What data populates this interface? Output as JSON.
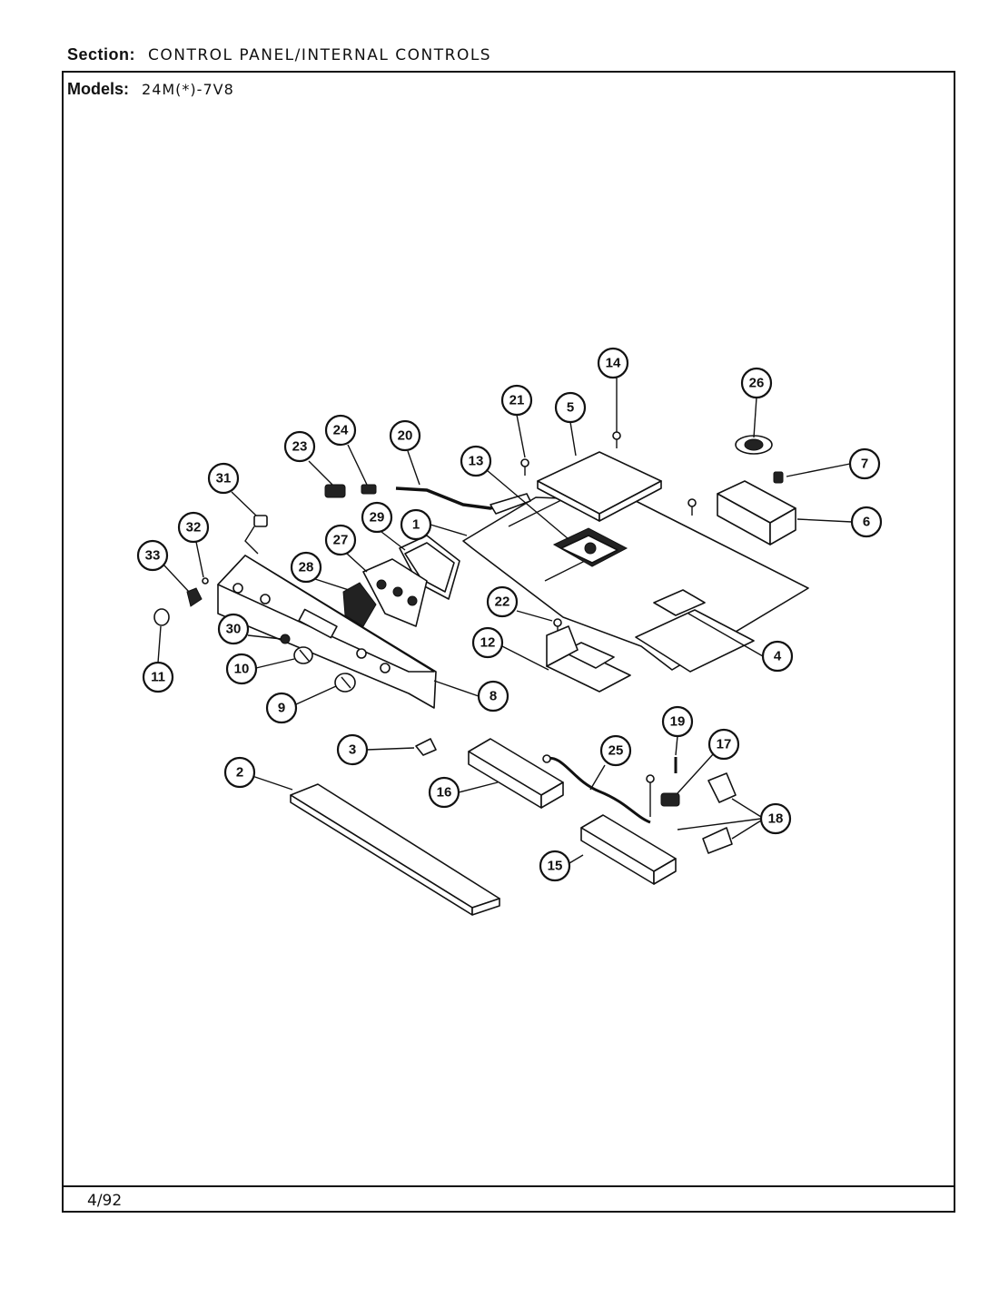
{
  "header": {
    "section_label": "Section:",
    "section_value": "CONTROL PANEL/INTERNAL CONTROLS",
    "models_label": "Models:",
    "models_value": "24M(*)-7V8"
  },
  "footer": {
    "date": "4/92"
  },
  "callouts": [
    "1",
    "2",
    "3",
    "4",
    "5",
    "6",
    "7",
    "8",
    "9",
    "10",
    "11",
    "12",
    "13",
    "14",
    "15",
    "16",
    "17",
    "18",
    "19",
    "20",
    "21",
    "22",
    "23",
    "24",
    "25",
    "26",
    "27",
    "28",
    "29",
    "30",
    "31",
    "32",
    "33"
  ]
}
